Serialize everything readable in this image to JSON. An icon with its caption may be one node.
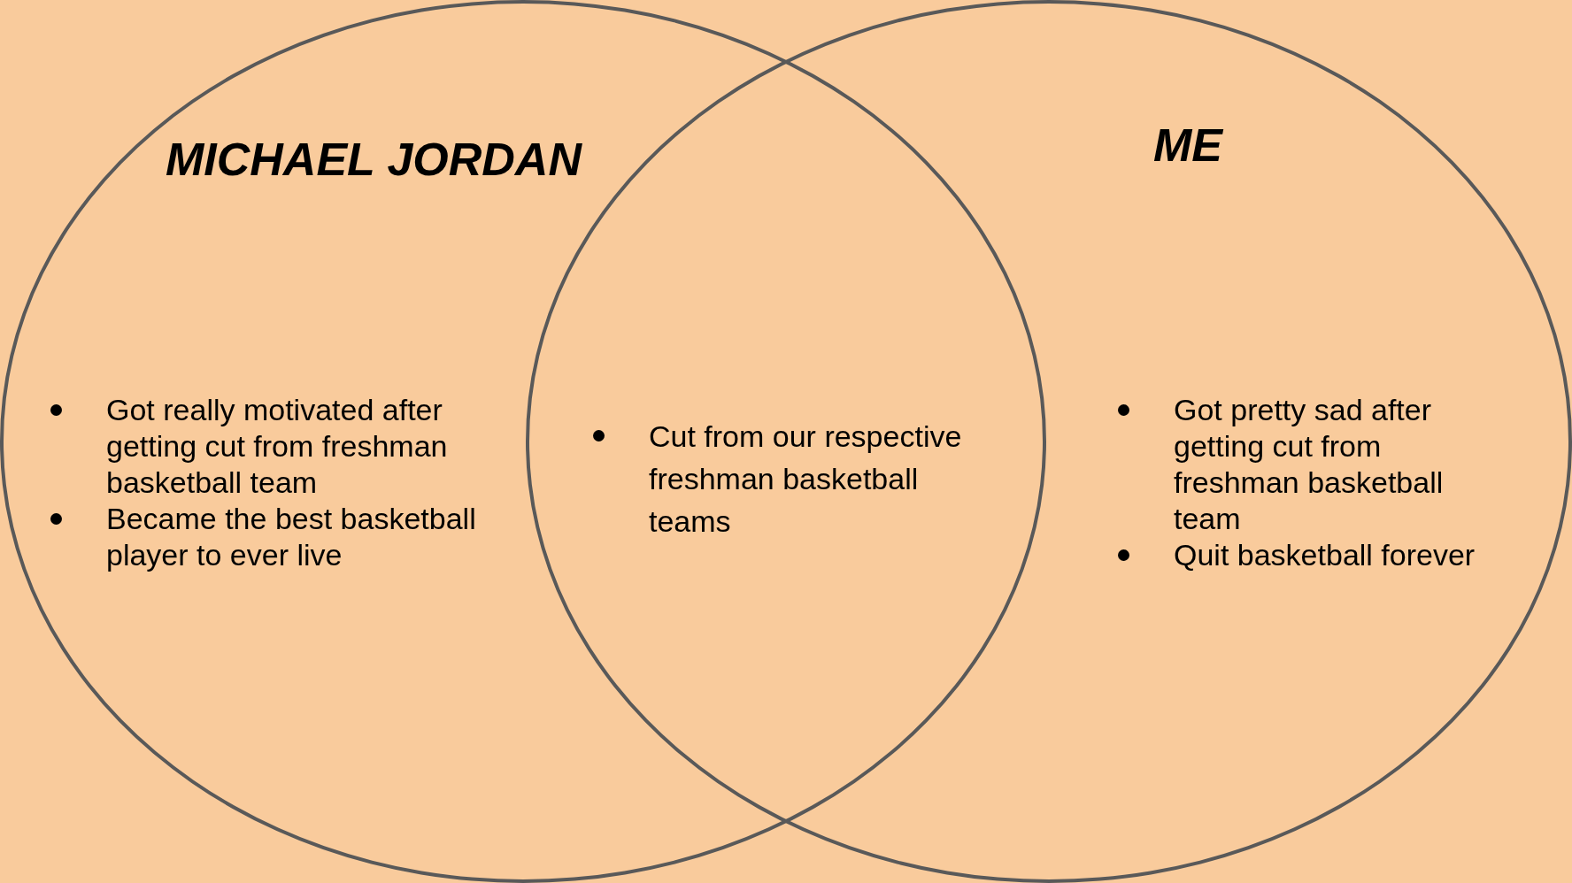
{
  "diagram": {
    "nodes": [
      {
        "text": [
          "MICHAEL JORDAN",
          "Got really motivated after getting cut from freshman basketball team",
          "Became the best basketball player to ever live"
        ]
      },
      {
        "text": [
          "ME",
          "Got pretty sad after getting cut from freshman basketball team",
          "Quit basketball forever"
        ]
      }
    ],
    "labels": [
      "Cut from our respective freshman basketball teams"
    ]
  }
}
